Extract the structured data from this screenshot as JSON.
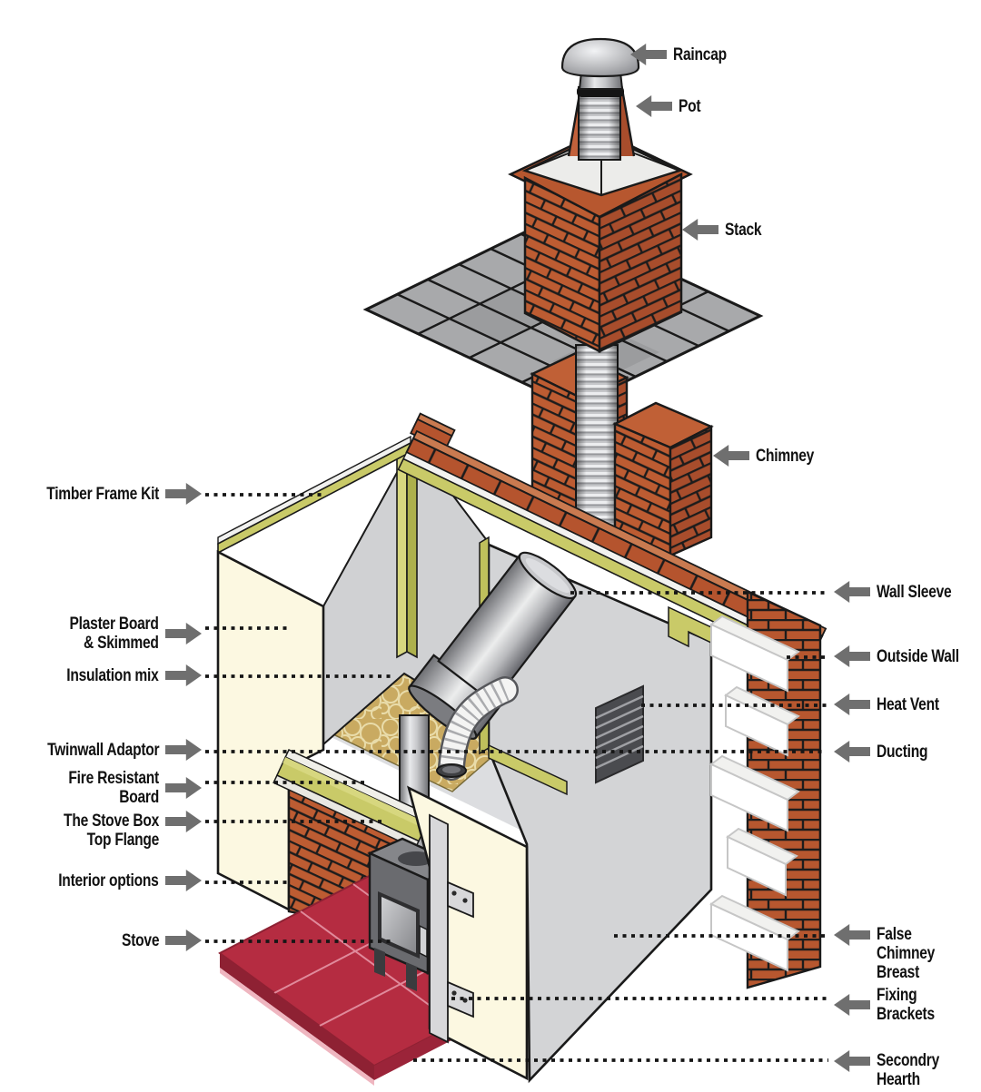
{
  "labels": {
    "left": [
      {
        "id": "timber-frame-kit",
        "text": "Timber Frame Kit"
      },
      {
        "id": "plaster-board",
        "text": "Plaster Board\n& Skimmed"
      },
      {
        "id": "insulation-mix",
        "text": "Insulation mix"
      },
      {
        "id": "twinwall-adaptor",
        "text": "Twinwall Adaptor"
      },
      {
        "id": "fire-resistant-board",
        "text": "Fire Resistant Board"
      },
      {
        "id": "stove-box-top-flange",
        "text": "The Stove Box\nTop Flange"
      },
      {
        "id": "interior-options",
        "text": "Interior options"
      },
      {
        "id": "stove",
        "text": "Stove"
      }
    ],
    "right": [
      {
        "id": "raincap",
        "text": "Raincap"
      },
      {
        "id": "pot",
        "text": "Pot"
      },
      {
        "id": "stack",
        "text": "Stack"
      },
      {
        "id": "chimney",
        "text": "Chimney"
      },
      {
        "id": "wall-sleeve",
        "text": "Wall Sleeve"
      },
      {
        "id": "outside-wall",
        "text": "Outside Wall"
      },
      {
        "id": "heat-vent",
        "text": "Heat Vent"
      },
      {
        "id": "ducting",
        "text": "Ducting"
      },
      {
        "id": "false-chimney-breast",
        "text": "False Chimney\nBreast"
      },
      {
        "id": "fixing-brackets",
        "text": "Fixing Brackets"
      },
      {
        "id": "secondry-hearth",
        "text": "Secondry\nHearth"
      }
    ]
  },
  "colors": {
    "arrow": "#6f6f6f",
    "label_text": "#111111",
    "leader_dots": "#161616",
    "brick": "#b7572f",
    "brick_dark": "#a84d2c",
    "brick_light": "#bd5c32",
    "roof_tile": "#a8a9ab",
    "timber_olive": "#c9ca68",
    "plasterboard_cream": "#fcf8e1",
    "wall_gray": "#d3d4d6",
    "hearth_red": "#b52c41",
    "insulation_tan": "#c9aa61",
    "metal_light": "#e8e9eb",
    "metal_dark": "#6e6f73",
    "stove_gray": "#6a6b6f"
  }
}
